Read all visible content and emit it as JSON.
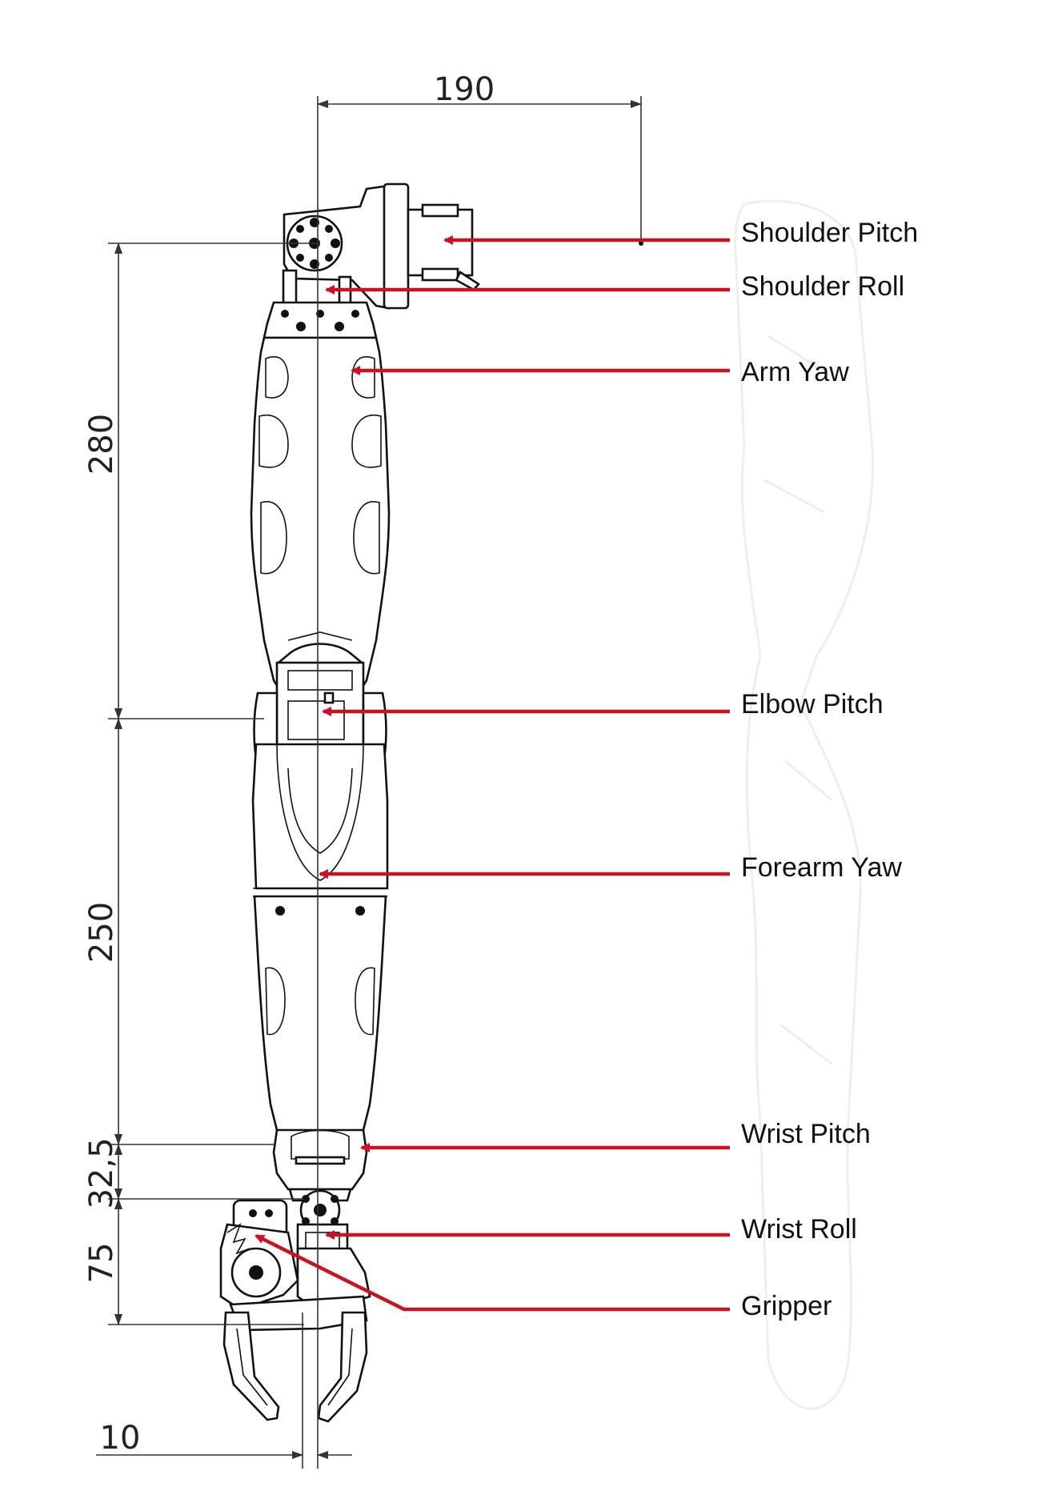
{
  "colors": {
    "accent": "#cc1122",
    "line": "#111111"
  },
  "dimensions": {
    "top_width": "190",
    "upper_arm": "280",
    "forearm": "250",
    "wrist": "32,5",
    "gripper": "75",
    "finger_offset": "10"
  },
  "joints": [
    {
      "label": "Shoulder Pitch"
    },
    {
      "label": "Shoulder Roll"
    },
    {
      "label": "Arm Yaw"
    },
    {
      "label": "Elbow Pitch"
    },
    {
      "label": "Forearm Yaw"
    },
    {
      "label": "Wrist Pitch"
    },
    {
      "label": "Wrist Roll"
    },
    {
      "label": "Gripper"
    }
  ]
}
